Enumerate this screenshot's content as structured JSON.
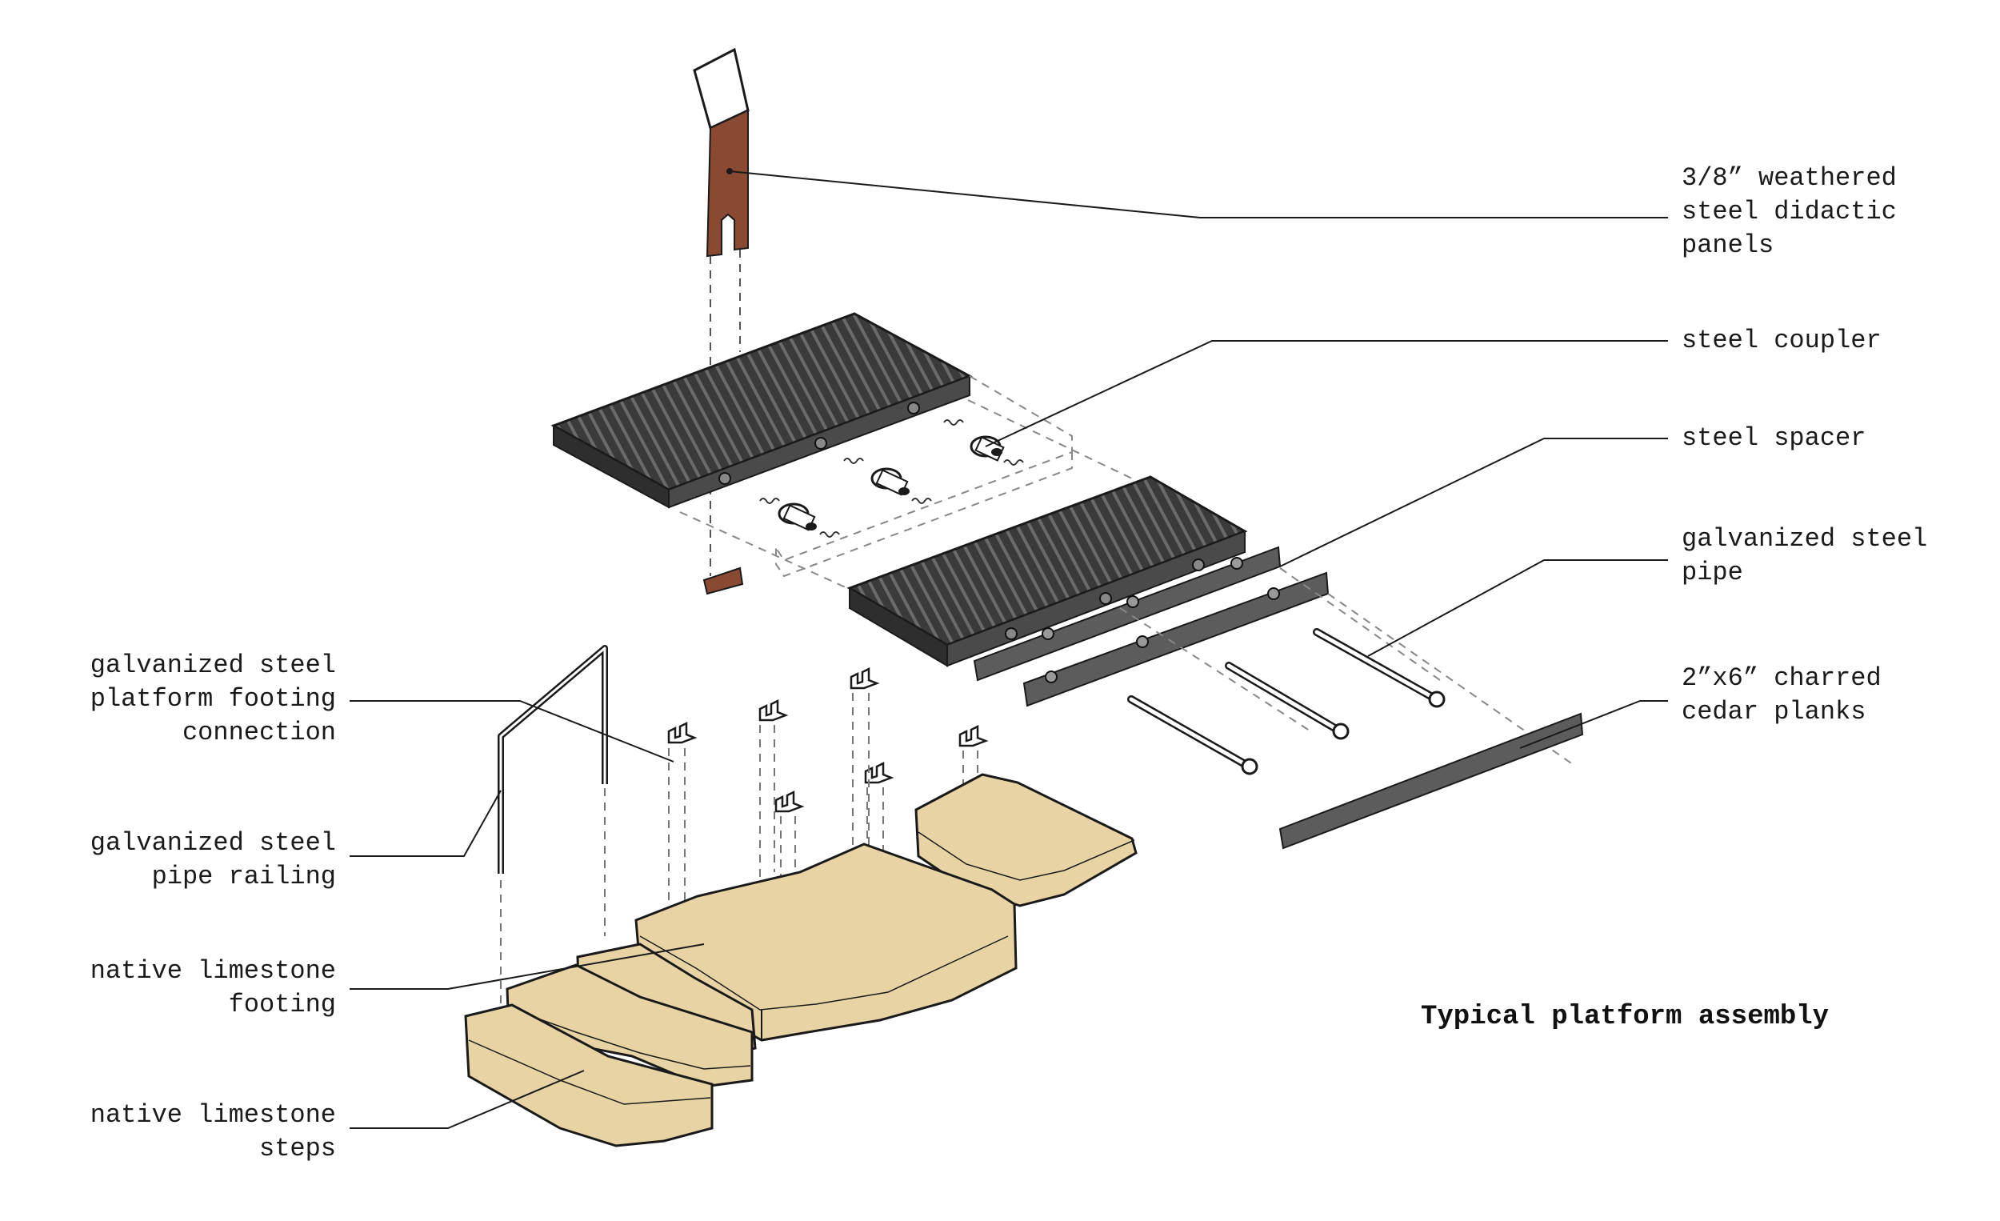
{
  "title": "Typical platform assembly",
  "labels": {
    "didactic": [
      "3/8” weathered",
      "steel didactic",
      "panels"
    ],
    "coupler": [
      "steel coupler"
    ],
    "spacer": [
      "steel spacer"
    ],
    "pipe": [
      "galvanized steel",
      "pipe"
    ],
    "planks": [
      "2”x6” charred",
      "cedar planks"
    ],
    "footing_connection": [
      "galvanized steel",
      "platform footing",
      "connection"
    ],
    "railing": [
      "galvanized steel",
      "pipe railing"
    ],
    "limestone_footing": [
      "native limestone",
      "footing"
    ],
    "limestone_steps": [
      "native limestone",
      "steps"
    ]
  },
  "colors": {
    "steel_dark": "#3d3d3d",
    "steel_mid": "#5c5c5c",
    "weathered_steel": "#8a4a32",
    "limestone": "#e8d3a4",
    "limestone_shade": "#d9bf88",
    "line": "#1a1a1a"
  }
}
